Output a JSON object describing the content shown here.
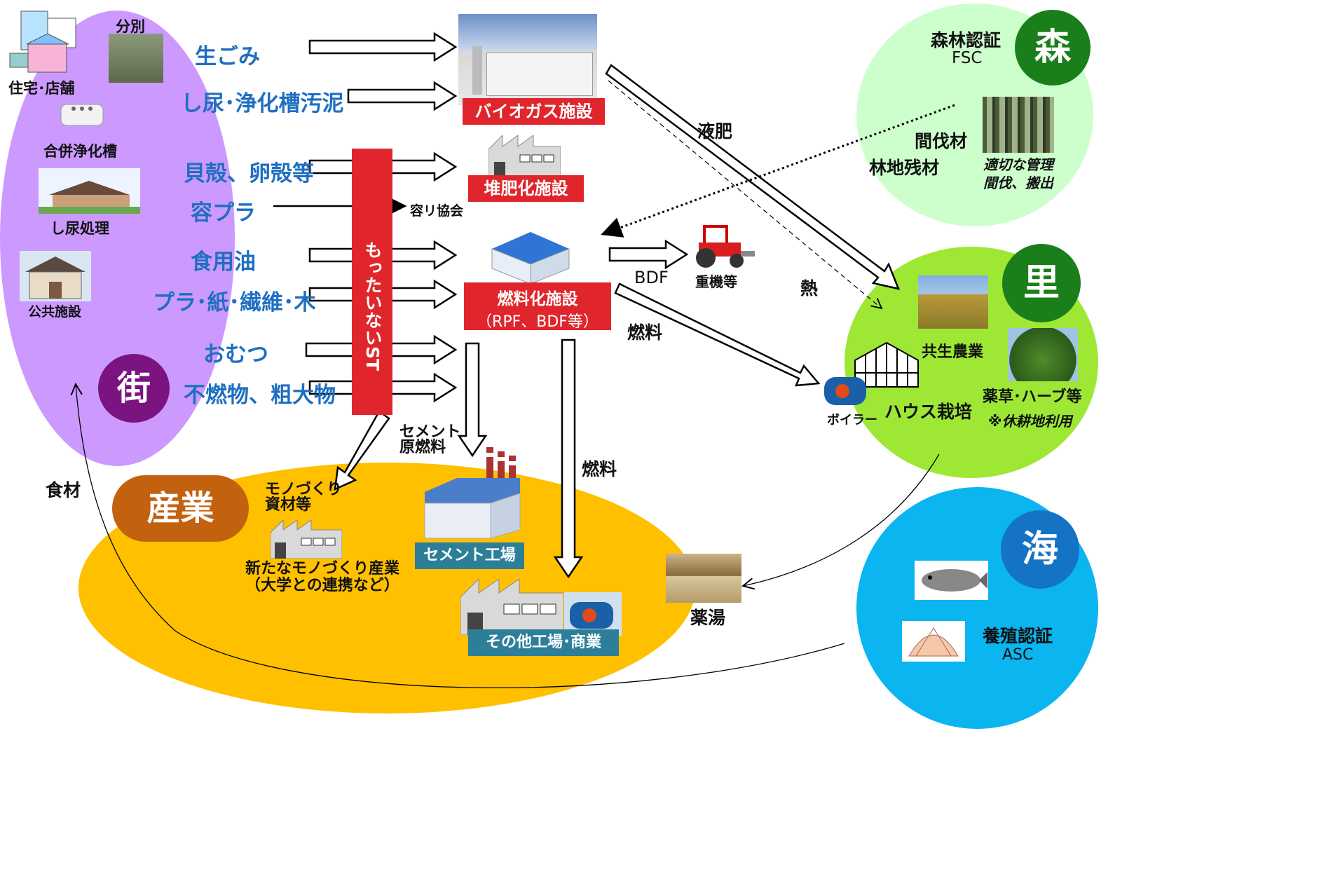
{
  "zones": {
    "town": {
      "label": "街",
      "color": "#7b1380",
      "bg": "#cc99ff"
    },
    "industry": {
      "label": "産業",
      "color": "#c2620f",
      "bg": "#ffc000"
    },
    "forest": {
      "label": "森",
      "color": "#1a7f1a",
      "bg": "#ccffcc"
    },
    "village": {
      "label": "里",
      "color": "#1a7f1a",
      "bg": "#9ee835"
    },
    "sea": {
      "label": "海",
      "color": "#1573c6",
      "bg": "#0bb5f0"
    }
  },
  "town": {
    "houses_label": "住宅･店舗",
    "sorting_label": "分別",
    "septic_label": "合併浄化槽",
    "night_soil_label": "し尿処理",
    "public_label": "公共施設"
  },
  "inputs": {
    "garbage": "生ごみ",
    "night_soil_sludge": "し尿･浄化槽汚泥",
    "shells": "貝殻、卵殻等",
    "containers": "容プラ",
    "cooking_oil": "食用油",
    "plastic_paper": "プラ･紙･繊維･木",
    "diapers": "おむつ",
    "bulky": "不燃物、粗大物"
  },
  "mottainai": "もったいないST",
  "facilities": {
    "biogas": "バイオガス施設",
    "compost": "堆肥化施設",
    "recycle_assoc": "容リ協会",
    "fuel_title": "燃料化施設",
    "fuel_sub": "（RPF、BDF等）",
    "cement_factory": "セメント工場",
    "other_factory": "その他工場･商業"
  },
  "flows": {
    "liquid_fertilizer": "液肥",
    "bdf": "BDF",
    "heavy_machinery": "重機等",
    "heat": "熱",
    "fuel_to_village": "燃料",
    "fuel_down": "燃料",
    "cement_raw_1": "セメント",
    "cement_raw_2": "原燃料",
    "monozukuri_1": "モノづくり",
    "monozukuri_2": "資材等",
    "food": "食材"
  },
  "industry": {
    "new_industry_1": "新たなモノづくり産業",
    "new_industry_2": "（大学との連携など）"
  },
  "forest": {
    "cert": "森林認証",
    "cert_code": "FSC",
    "thinned_wood": "間伐材",
    "forest_residue": "林地残材",
    "management_1": "適切な管理",
    "management_2": "間伐、搬出"
  },
  "village": {
    "symbiotic_ag": "共生農業",
    "herbs": "薬草･ハーブ等",
    "fallow_note": "※休耕地利用",
    "greenhouse": "ハウス栽培",
    "boiler": "ボイラー",
    "medicinal_bath": "薬湯"
  },
  "sea": {
    "cert": "養殖認証",
    "cert_code": "ASC"
  }
}
